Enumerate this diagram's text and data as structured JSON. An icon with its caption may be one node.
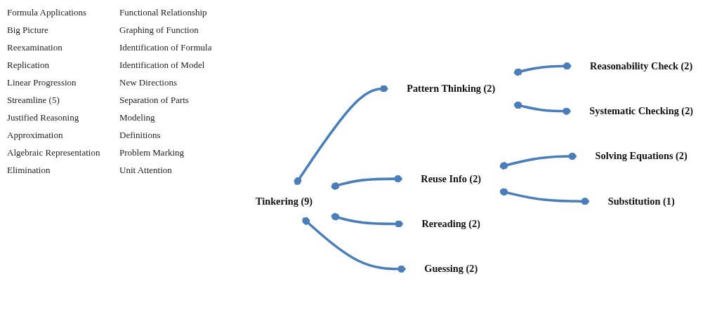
{
  "diagram": {
    "nodes": [
      {
        "text": [
          "Tinkering (9)"
        ]
      },
      {
        "text": [
          "Pattern Thinking (2)"
        ]
      },
      {
        "text": [
          "Reuse Info (2)"
        ]
      },
      {
        "text": [
          "Rereading (2)"
        ]
      },
      {
        "text": [
          "Guessing (2)"
        ]
      },
      {
        "text": [
          "Reasonability Check (2)"
        ]
      },
      {
        "text": [
          "Solving Equations (2)"
        ]
      },
      {
        "text": [
          "Substitution (1)"
        ]
      },
      {
        "text": [
          "Systematic Checking (2)"
        ]
      }
    ],
    "edges": [
      {
        "from": 0,
        "to": 3,
        "arrow": "other"
      },
      {
        "from": 0,
        "to": 4,
        "arrow": "other"
      },
      {
        "from": 0,
        "to": 1,
        "arrow": "other"
      },
      {
        "from": 0,
        "to": 2,
        "arrow": "other"
      },
      {
        "from": 1,
        "to": 5,
        "arrow": "other"
      },
      {
        "from": 1,
        "to": 8,
        "arrow": "other"
      },
      {
        "from": 2,
        "to": 6,
        "arrow": "other"
      },
      {
        "from": 2,
        "to": 7,
        "arrow": "other"
      }
    ],
    "labels": [
      "Formula Applications",
      "Big Picture",
      "Reexamination",
      "Replication",
      "Linear Progression",
      "Streamline (5)",
      "Justified Reasoning",
      "Approximation",
      "Algebraic Representation",
      "Elimination",
      "Functional Relationship",
      "Graphing of Function",
      "Identification of Formula",
      "Identification of Model",
      "New Directions",
      "Separation of Parts",
      "Modeling",
      "Definitions",
      "Problem Marking",
      "Unit Attention"
    ]
  }
}
